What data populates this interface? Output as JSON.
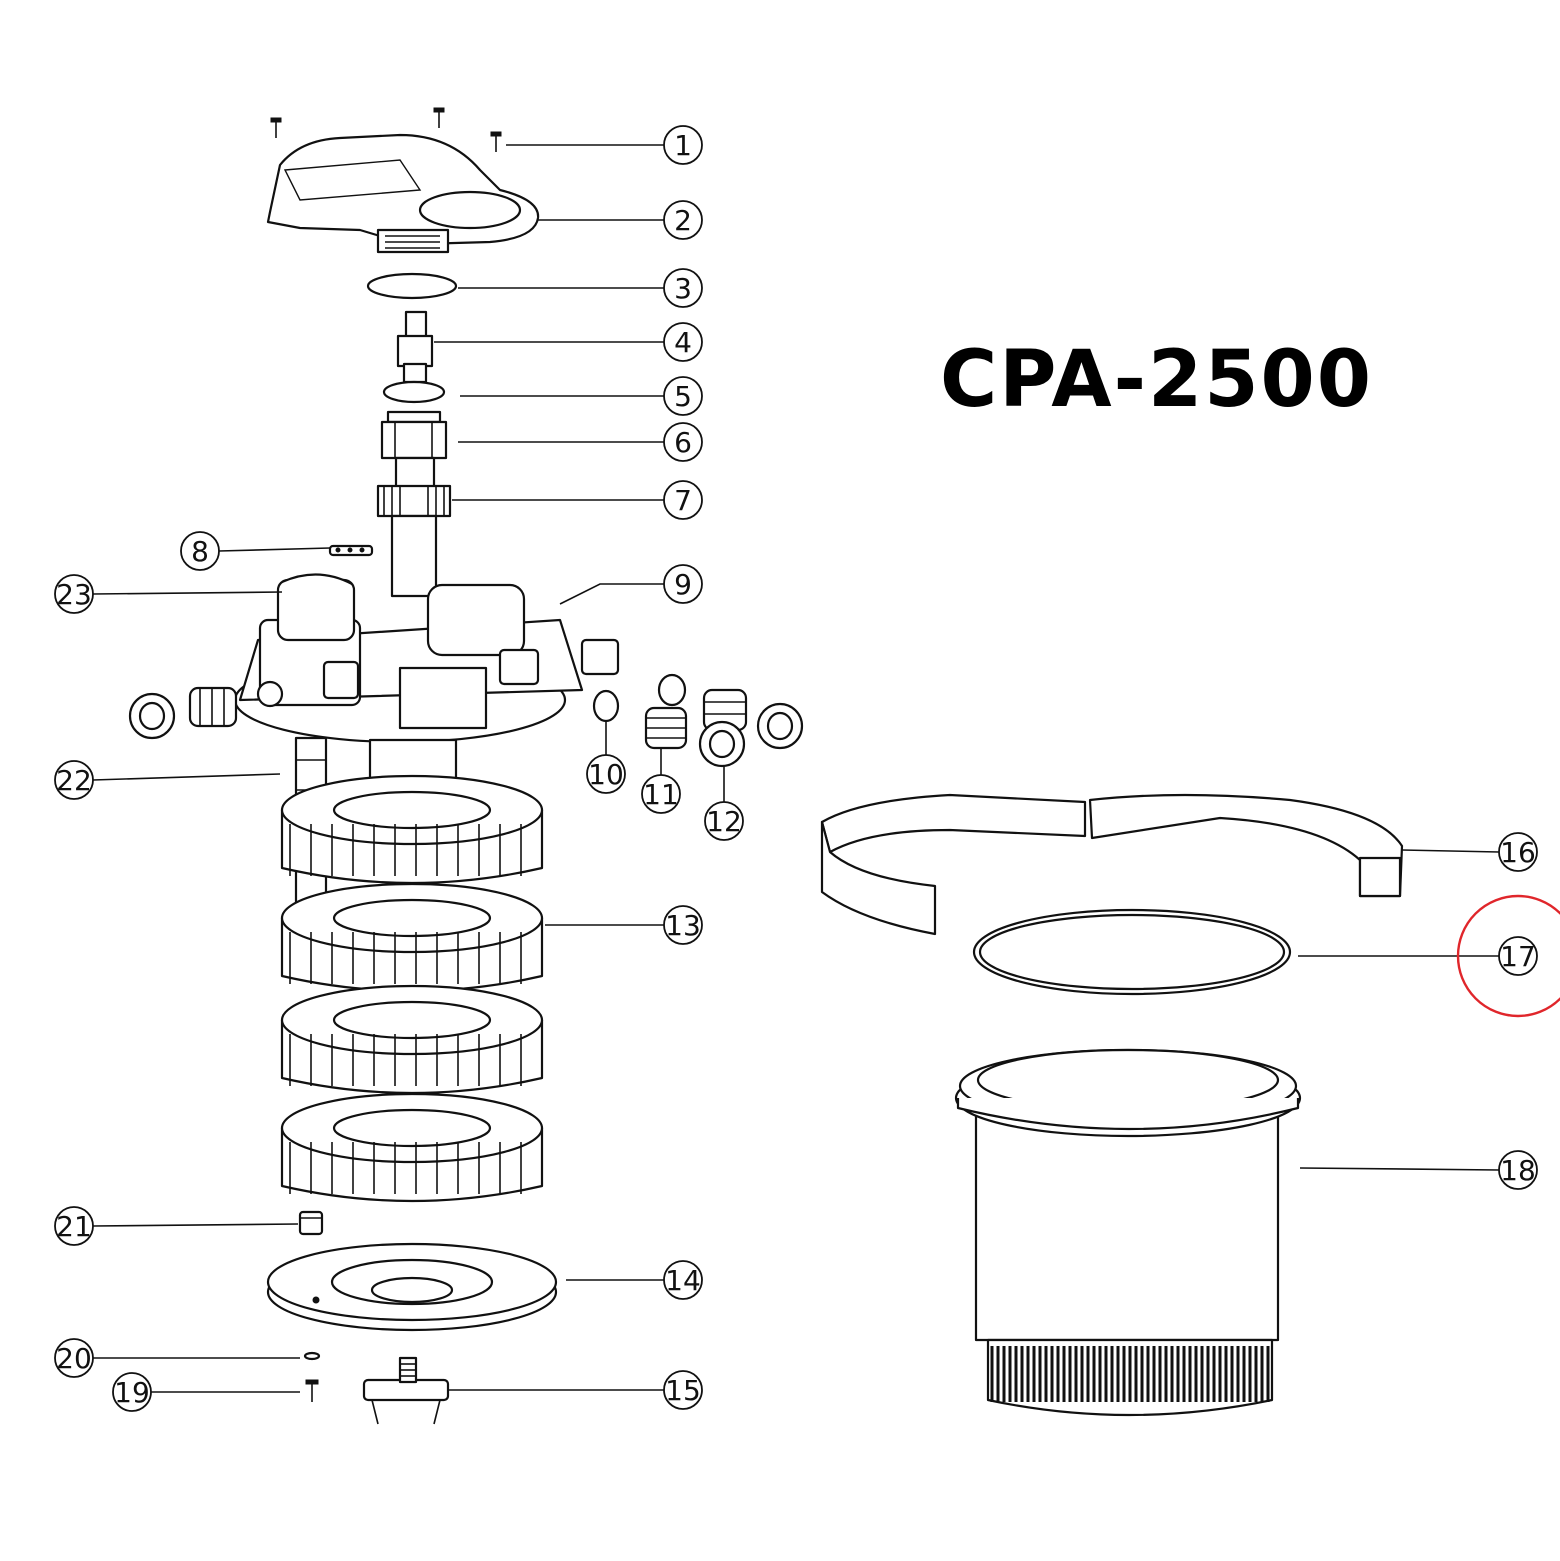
{
  "title": "CPA-2500",
  "colors": {
    "ink": "#111111",
    "highlight": "#e0262b",
    "background": "#ffffff"
  },
  "callouts": [
    {
      "id": "1",
      "label": "1"
    },
    {
      "id": "2",
      "label": "2"
    },
    {
      "id": "3",
      "label": "3"
    },
    {
      "id": "4",
      "label": "4"
    },
    {
      "id": "5",
      "label": "5"
    },
    {
      "id": "6",
      "label": "6"
    },
    {
      "id": "7",
      "label": "7"
    },
    {
      "id": "8",
      "label": "8"
    },
    {
      "id": "9",
      "label": "9"
    },
    {
      "id": "10",
      "label": "10"
    },
    {
      "id": "11",
      "label": "11"
    },
    {
      "id": "12",
      "label": "12"
    },
    {
      "id": "13",
      "label": "13"
    },
    {
      "id": "14",
      "label": "14"
    },
    {
      "id": "15",
      "label": "15"
    },
    {
      "id": "16",
      "label": "16"
    },
    {
      "id": "17",
      "label": "17"
    },
    {
      "id": "18",
      "label": "18"
    },
    {
      "id": "19",
      "label": "19"
    },
    {
      "id": "20",
      "label": "20"
    },
    {
      "id": "21",
      "label": "21"
    },
    {
      "id": "22",
      "label": "22"
    },
    {
      "id": "23",
      "label": "23"
    }
  ],
  "highlighted_callout": "17"
}
